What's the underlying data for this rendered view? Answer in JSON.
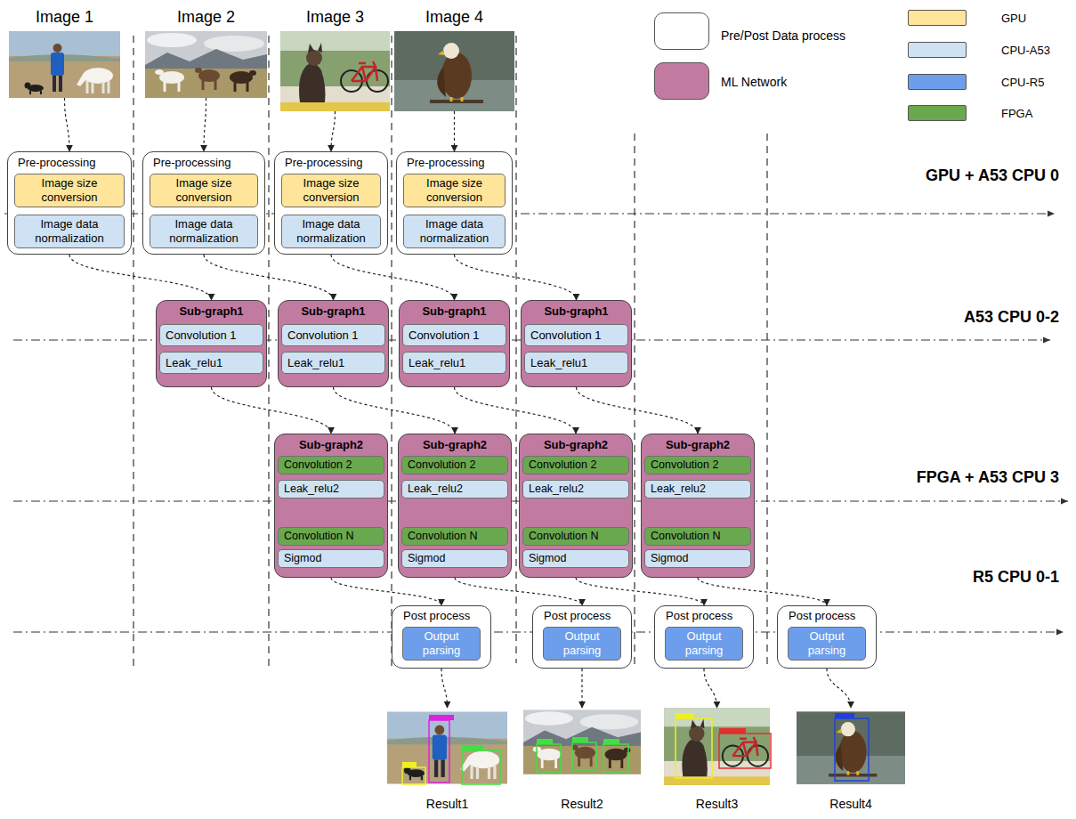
{
  "diagram": {
    "nodes": [
      {
        "text": [
          "Image 1"
        ]
      },
      {
        "text": [
          "Image 2"
        ]
      },
      {
        "text": [
          "Image 3"
        ]
      },
      {
        "text": [
          "Image 4"
        ]
      },
      {
        "text": [
          "Pre-processing"
        ]
      },
      {
        "text": [
          "Image size conversion"
        ],
        "in": 4
      },
      {
        "text": [
          "Image data normalization"
        ],
        "in": 4
      },
      {
        "text": [
          "Pre-processing"
        ]
      },
      {
        "text": [
          "Image size conversion"
        ],
        "in": 7
      },
      {
        "text": [
          "Image data normalization"
        ],
        "in": 7
      },
      {
        "text": [
          "Pre-processing"
        ]
      },
      {
        "text": [
          "Image size conversion"
        ],
        "in": 10
      },
      {
        "text": [
          "Image data normalization"
        ],
        "in": 10
      },
      {
        "text": [
          "Pre-processing"
        ]
      },
      {
        "text": [
          "Image size conversion"
        ],
        "in": 13
      },
      {
        "text": [
          "Image data normalization"
        ],
        "in": 13
      },
      {
        "text": [
          "Sub-graph1"
        ]
      },
      {
        "text": [
          "Convolution 1"
        ],
        "in": 16
      },
      {
        "text": [
          "Leak_relu1"
        ],
        "in": 16
      },
      {
        "text": [
          "Sub-graph1"
        ]
      },
      {
        "text": [
          "Convolution 1"
        ],
        "in": 19
      },
      {
        "text": [
          "Leak_relu1"
        ],
        "in": 19
      },
      {
        "text": [
          "Sub-graph1"
        ]
      },
      {
        "text": [
          "Convolution 1"
        ],
        "in": 22
      },
      {
        "text": [
          "Leak_relu1"
        ],
        "in": 22
      },
      {
        "text": [
          "Sub-graph1"
        ]
      },
      {
        "text": [
          "Convolution 1"
        ],
        "in": 25
      },
      {
        "text": [
          "Leak_relu1"
        ],
        "in": 25
      },
      {
        "text": [
          "Sub-graph2"
        ]
      },
      {
        "text": [
          "Convolution 2"
        ],
        "in": 28
      },
      {
        "text": [
          "Leak_relu2"
        ],
        "in": 28
      },
      {
        "text": [
          "Convolution N"
        ],
        "in": 28
      },
      {
        "text": [
          "Sigmod"
        ],
        "in": 28
      },
      {
        "text": [
          "Sub-graph2"
        ]
      },
      {
        "text": [
          "Convolution 2"
        ],
        "in": 33
      },
      {
        "text": [
          "Leak_relu2"
        ],
        "in": 33
      },
      {
        "text": [
          "Convolution N"
        ],
        "in": 33
      },
      {
        "text": [
          "Sigmod"
        ],
        "in": 33
      },
      {
        "text": [
          "Sub-graph2"
        ]
      },
      {
        "text": [
          "Convolution 2"
        ],
        "in": 38
      },
      {
        "text": [
          "Leak_relu2"
        ],
        "in": 38
      },
      {
        "text": [
          "Convolution N"
        ],
        "in": 38
      },
      {
        "text": [
          "Sigmod"
        ],
        "in": 38
      },
      {
        "text": [
          "Sub-graph2"
        ]
      },
      {
        "text": [
          "Convolution 2"
        ],
        "in": 43
      },
      {
        "text": [
          "Leak_relu2"
        ],
        "in": 43
      },
      {
        "text": [
          "Convolution N"
        ],
        "in": 43
      },
      {
        "text": [
          "Sigmod"
        ],
        "in": 43
      },
      {
        "text": [
          "Post process"
        ]
      },
      {
        "text": [
          "Output parsing"
        ],
        "in": 48
      },
      {
        "text": [
          "Post process"
        ]
      },
      {
        "text": [
          "Output parsing"
        ],
        "in": 50
      },
      {
        "text": [
          "Post process"
        ]
      },
      {
        "text": [
          "Output parsing"
        ],
        "in": 52
      },
      {
        "text": [
          "Post process"
        ]
      },
      {
        "text": [
          "Output parsing"
        ],
        "in": 54
      },
      {
        "text": [
          "Result1"
        ]
      },
      {
        "text": [
          "Result2"
        ]
      },
      {
        "text": [
          "Result3"
        ]
      },
      {
        "text": [
          "Result4"
        ]
      }
    ],
    "edges": [
      {
        "from": 0,
        "to": 4,
        "arrow": "to"
      },
      {
        "from": 4,
        "to": 16,
        "arrow": "to"
      },
      {
        "from": 16,
        "to": 28,
        "arrow": "to"
      },
      {
        "from": 28,
        "to": 48,
        "arrow": "to"
      },
      {
        "from": 48,
        "to": 56,
        "arrow": "to"
      },
      {
        "from": 1,
        "to": 7,
        "arrow": "to"
      },
      {
        "from": 7,
        "to": 19,
        "arrow": "to"
      },
      {
        "from": 19,
        "to": 33,
        "arrow": "to"
      },
      {
        "from": 33,
        "to": 50,
        "arrow": "to"
      },
      {
        "from": 50,
        "to": 57,
        "arrow": "to"
      },
      {
        "from": 2,
        "to": 10,
        "arrow": "to"
      },
      {
        "from": 10,
        "to": 22,
        "arrow": "to"
      },
      {
        "from": 22,
        "to": 38,
        "arrow": "to"
      },
      {
        "from": 38,
        "to": 52,
        "arrow": "to"
      },
      {
        "from": 52,
        "to": 58,
        "arrow": "to"
      },
      {
        "from": 3,
        "to": 13,
        "arrow": "to"
      },
      {
        "from": 13,
        "to": 25,
        "arrow": "to"
      },
      {
        "from": 25,
        "to": 43,
        "arrow": "to"
      },
      {
        "from": 43,
        "to": 54,
        "arrow": "to"
      },
      {
        "from": 54,
        "to": 59,
        "arrow": "to"
      }
    ],
    "labels": [
      "GPU + A53 CPU 0",
      "A53 CPU 0-2",
      "FPGA + A53 CPU 3",
      "R5 CPU 0-1"
    ],
    "legend": [
      {
        "text": "Pre/Post Data process",
        "color": "#ffffff"
      },
      {
        "text": "ML Network",
        "color": "#c27ba0"
      },
      {
        "text": "GPU",
        "color": "#ffe599"
      },
      {
        "text": "CPU-A53",
        "color": "#cfe2f3"
      },
      {
        "text": "CPU-R5",
        "color": "#6d9eeb"
      },
      {
        "text": "FPGA",
        "color": "#6aa84f"
      }
    ]
  }
}
